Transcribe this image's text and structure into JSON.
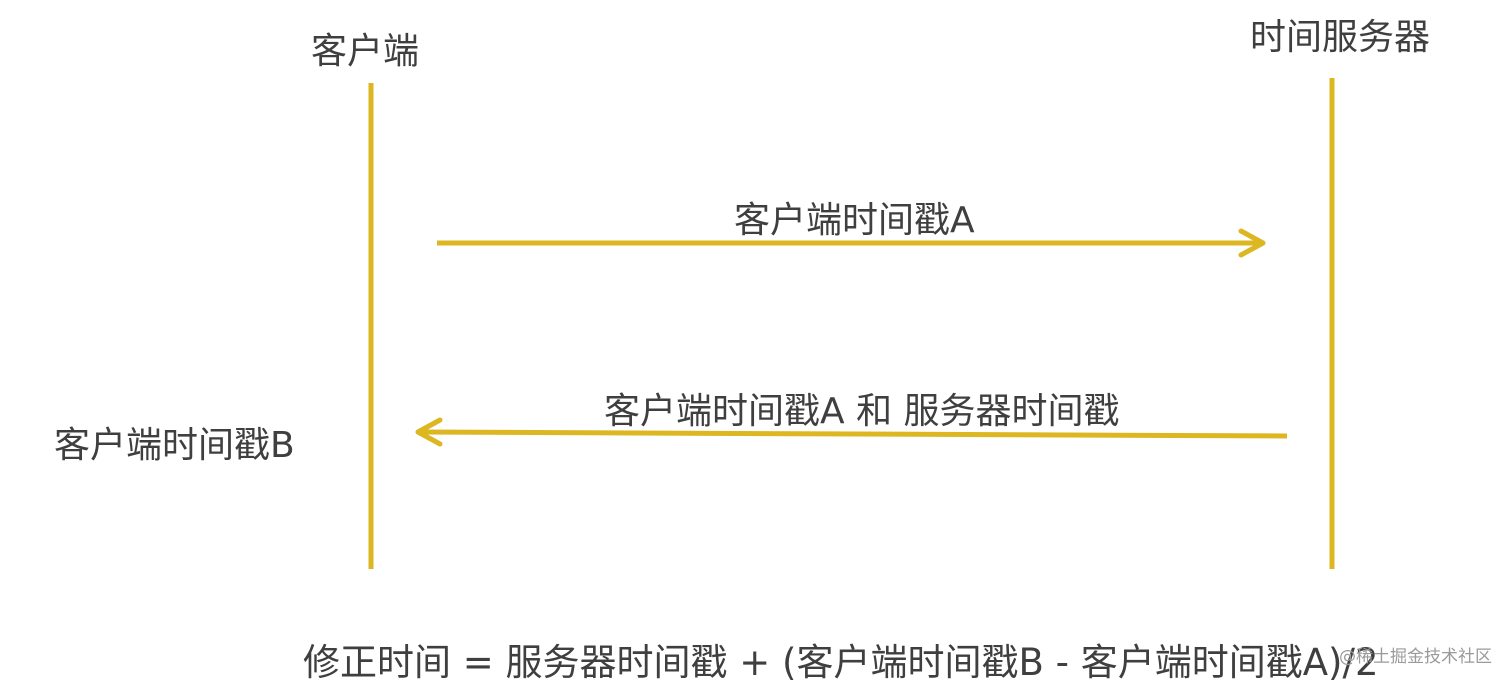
{
  "actors": {
    "client": {
      "label": "客户端"
    },
    "server": {
      "label": "时间服务器"
    }
  },
  "messages": [
    {
      "label": "客户端时间戳A",
      "direction": "client-to-server"
    },
    {
      "label": "客户端时间戳A 和 服务器时间戳",
      "direction": "server-to-client"
    }
  ],
  "client_note": "客户端时间戳B",
  "formula": "修正时间 = 服务器时间戳 + (客户端时间戳B - 客户端时间戳A)/2",
  "watermark": "@稀土掘金技术社区",
  "colors": {
    "line": "#dcb722",
    "text": "#3f3f3f",
    "background": "#ffffff",
    "watermark": "#9a9a9a"
  }
}
